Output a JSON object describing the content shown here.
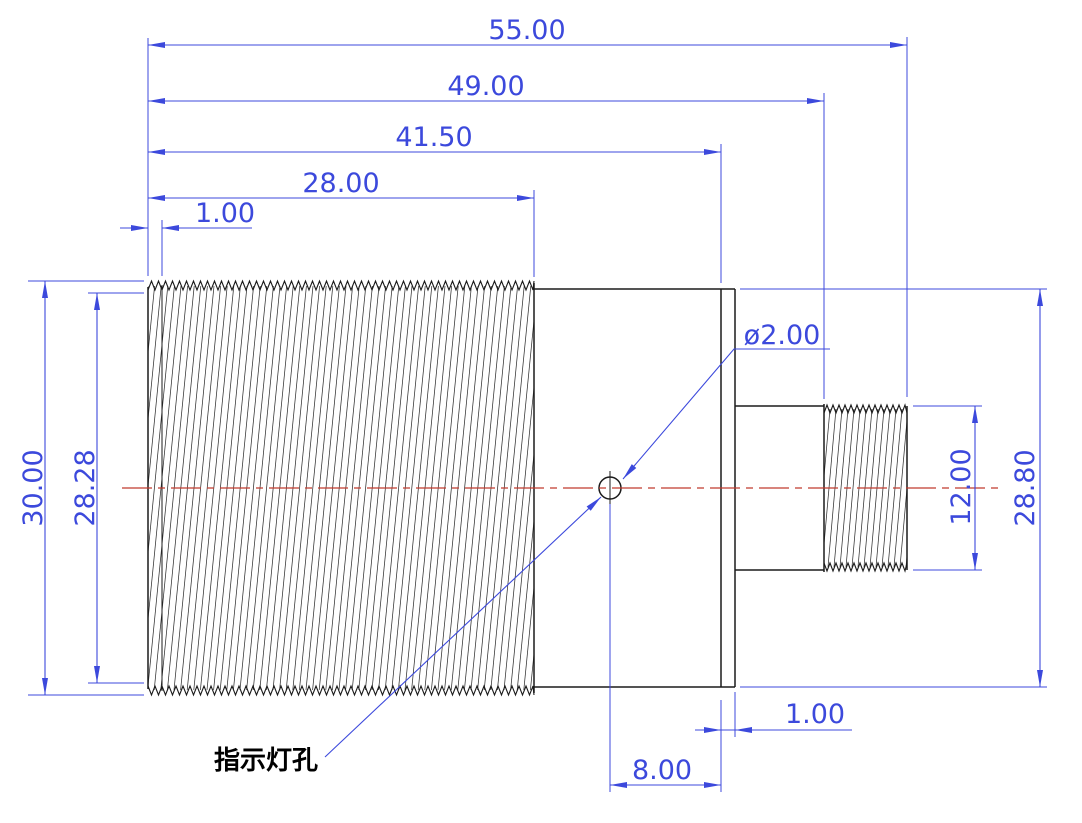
{
  "dimensions": {
    "d55": "55.00",
    "d49": "49.00",
    "d41_5": "41.50",
    "d28": "28.00",
    "d1_top": "1.00",
    "d30": "30.00",
    "d28_28": "28.28",
    "dia2": "ø2.00",
    "d12": "12.00",
    "d28_8": "28.80",
    "d1_right": "1.00",
    "d8": "8.00"
  },
  "labels": {
    "indicator_hole": "指示灯孔"
  },
  "colors": {
    "dimension": "#3c49dc",
    "outline": "#1b1b1b",
    "centerline": "#c03a2e",
    "annotation_text": "#000000",
    "background": "#ffffff"
  }
}
